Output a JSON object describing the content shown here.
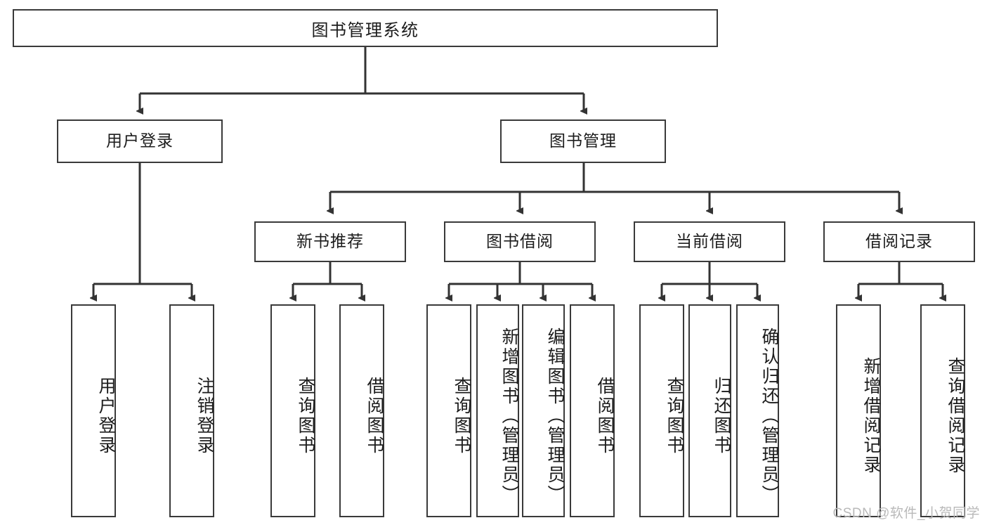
{
  "diagram": {
    "title": "图书管理系统",
    "type": "tree-hierarchy-diagram",
    "colors": {
      "box_border": "#3a3a3a",
      "box_fill": "#ffffff",
      "edge": "#333333",
      "text": "#1c1c1c",
      "watermark": "#b9b9b9",
      "background": "#ffffff"
    },
    "root": {
      "label": "图书管理系统"
    },
    "level2": [
      {
        "label": "用户登录"
      },
      {
        "label": "图书管理"
      }
    ],
    "level3": [
      {
        "label": "新书推荐"
      },
      {
        "label": "图书借阅"
      },
      {
        "label": "当前借阅"
      },
      {
        "label": "借阅记录"
      }
    ],
    "leaves": {
      "user_login": [
        {
          "label": "用户登录"
        },
        {
          "label": "注销登录"
        }
      ],
      "new_book_recommend": [
        {
          "label": "查询图书"
        },
        {
          "label": "借阅图书"
        }
      ],
      "book_borrow": [
        {
          "label": "查询图书"
        },
        {
          "label": "新增图书（管理员）"
        },
        {
          "label": "编辑图书（管理员）"
        },
        {
          "label": "借阅图书"
        }
      ],
      "current_borrow": [
        {
          "label": "查询图书"
        },
        {
          "label": "归还图书"
        },
        {
          "label": "确认归还（管理员）"
        }
      ],
      "borrow_record": [
        {
          "label": "新增借阅记录"
        },
        {
          "label": "查询借阅记录"
        }
      ]
    }
  },
  "watermark": {
    "text": "CSDN @软件_小贺同学"
  }
}
